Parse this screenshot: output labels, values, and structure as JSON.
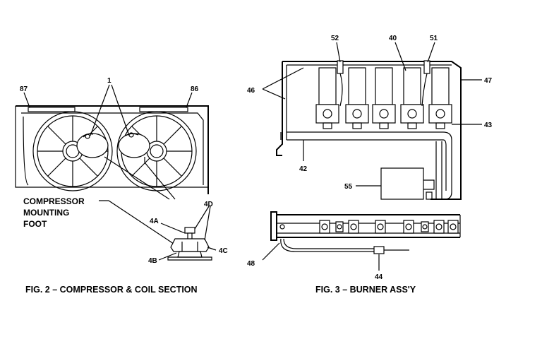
{
  "figure2": {
    "caption": "FIG. 2 – COMPRESSOR & COIL SECTION",
    "callouts": {
      "c1": "1",
      "c87": "87",
      "c86": "86",
      "c4D": "4D",
      "c4A": "4A",
      "c4B": "4B",
      "c4C": "4C"
    },
    "foot_label": [
      "COMPRESSOR",
      "MOUNTING",
      "FOOT"
    ]
  },
  "figure3": {
    "caption": "FIG. 3 – BURNER ASS'Y",
    "callouts": {
      "c52": "52",
      "c40": "40",
      "c51": "51",
      "c46": "46",
      "c47": "47",
      "c43": "43",
      "c42": "42",
      "c55": "55",
      "c48": "48",
      "c44": "44"
    }
  }
}
